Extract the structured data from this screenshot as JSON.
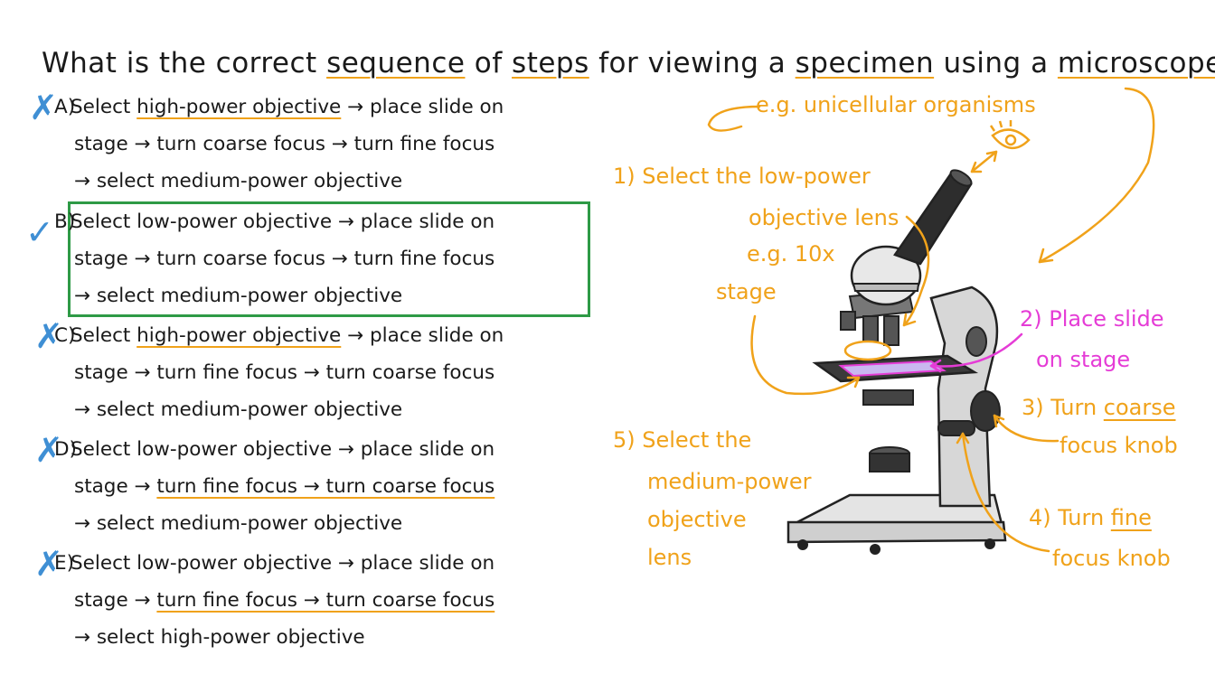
{
  "question": {
    "p1": "What is the correct ",
    "w_sequence": "sequence",
    "p2": " of ",
    "w_steps": "steps",
    "p3": " for viewing a ",
    "w_specimen": "specimen",
    "p4": " using a ",
    "w_microscope": "microscope",
    "p5": "?"
  },
  "options": [
    {
      "letter": "A)",
      "mark": "✗",
      "l1a": "Select ",
      "l1u": "high-power objective",
      "l1b": " → place slide on",
      "l2": "stage → turn coarse focus → turn fine focus",
      "l3": "→ select medium-power objective"
    },
    {
      "letter": "B)",
      "mark": "✓",
      "l1": "Select low-power objective → place slide on",
      "l2": "stage → turn coarse focus → turn fine focus",
      "l3": "→ select medium-power objective"
    },
    {
      "letter": "C)",
      "mark": "✗",
      "l1a": "Select ",
      "l1u": "high-power objective",
      "l1b": " → place slide on",
      "l2": "stage → turn fine focus → turn coarse focus",
      "l3": "→ select medium-power objective"
    },
    {
      "letter": "D)",
      "mark": "✗",
      "l1": "Select low-power objective → place slide on",
      "l2a": "stage → ",
      "l2u": "turn fine focus → turn coarse focus",
      "l3": "→ select medium-power objective"
    },
    {
      "letter": "E)",
      "mark": "✗",
      "l1": "Select low-power objective → place slide on",
      "l2a": "stage → ",
      "l2u": "turn fine focus → turn coarse focus",
      "l3": "→ select high-power objective"
    }
  ],
  "annotations": {
    "eg_uni": "e.g. unicellular organisms",
    "s1_a": "1) Select the low-power",
    "s1_b": "objective lens",
    "s1_c": "e.g. 10x",
    "stage": "stage",
    "s2_a": "2) Place slide",
    "s2_b": "on stage",
    "s3_num": "3)",
    "s3_a": " Turn ",
    "s3_u": "coarse",
    "s3_b": "focus knob",
    "s4_num": "4)",
    "s4_a": " Turn ",
    "s4_u": "fine",
    "s4_b": "focus knob",
    "s5_a": "5) Select the",
    "s5_b": "medium-power",
    "s5_c": "objective",
    "s5_d": "lens"
  },
  "colors": {
    "orange": "#f0a21a",
    "magenta": "#e53cd6",
    "green": "#2e9a46",
    "blue": "#3f8fd4"
  }
}
